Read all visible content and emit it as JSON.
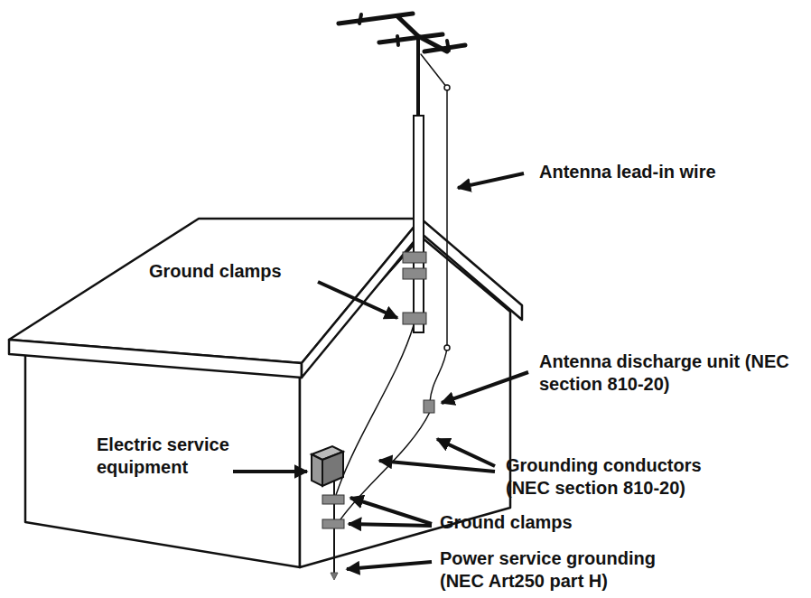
{
  "diagram": {
    "labels": [
      "Antenna lead-in wire",
      "Ground clamps",
      "Antenna discharge unit (NEC section 810-20)",
      "Electric service equipment",
      "Grounding conductors (NEC section 810-20)",
      "Ground clamps",
      "Power service grounding (NEC Art250 part H)"
    ]
  }
}
